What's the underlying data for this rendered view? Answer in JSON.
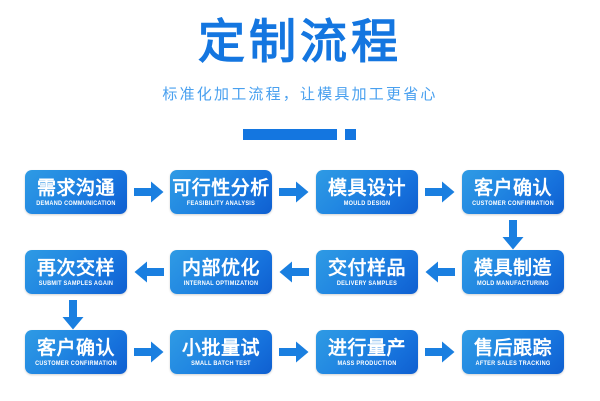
{
  "header": {
    "title": "定制流程",
    "subtitle": "标准化加工流程，让模具加工更省心",
    "accent_color": "#1476e0",
    "subtitle_color": "#49a0ef"
  },
  "flow": {
    "node_gradient_from": "#2f9be4",
    "node_gradient_to": "#0f5fd0",
    "arrow_color": "#1a7fe0",
    "rows": [
      {
        "direction": "right",
        "nodes": [
          {
            "cn": "需求沟通",
            "en": "DEMAND COMMUNICATION"
          },
          {
            "cn": "可行性分析",
            "en": "FEASIBILITY ANALYSIS"
          },
          {
            "cn": "模具设计",
            "en": "MOULD DESIGN"
          },
          {
            "cn": "客户确认",
            "en": "CUSTOMER CONFIRMATION"
          }
        ]
      },
      {
        "direction": "left",
        "nodes": [
          {
            "cn": "再次交样",
            "en": "SUBMIT SAMPLES AGAIN"
          },
          {
            "cn": "内部优化",
            "en": "INTERNAL OPTIMIZATION"
          },
          {
            "cn": "交付样品",
            "en": "DELIVERY SAMPLES"
          },
          {
            "cn": "模具制造",
            "en": "MOLD MANUFACTURING"
          }
        ]
      },
      {
        "direction": "right",
        "nodes": [
          {
            "cn": "客户确认",
            "en": "CUSTOMER CONFIRMATION"
          },
          {
            "cn": "小批量试",
            "en": "SMALL BATCH TEST"
          },
          {
            "cn": "进行量产",
            "en": "MASS PRODUCTION"
          },
          {
            "cn": "售后跟踪",
            "en": "AFTER SALES TRACKING"
          }
        ]
      }
    ]
  }
}
